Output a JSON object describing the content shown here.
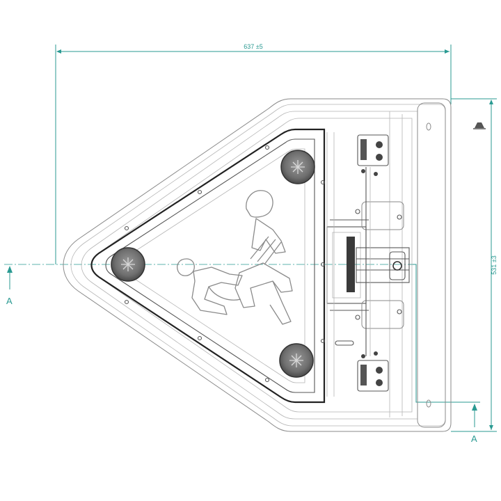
{
  "drawing": {
    "dimensions": {
      "width_label": "637 ±5",
      "height_label": "531 ±3"
    },
    "section_marks": {
      "left_label": "A",
      "right_label": "A"
    }
  },
  "colors": {
    "dimension": "#2a9a92",
    "outline": "#8a8a8a",
    "dark": "#222222",
    "lamp": "#6a6a6a"
  },
  "icons": [
    "arrow-up-icon",
    "pedestrian-sign-icon",
    "warning-lamp-icon"
  ]
}
